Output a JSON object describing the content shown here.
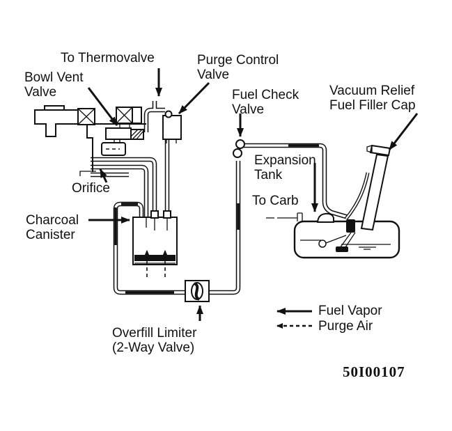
{
  "figure": {
    "part_number": "50I00107",
    "ink_color": "#111111",
    "background_color": "#ffffff"
  },
  "labels": {
    "to_thermovalve": "To Thermovalve",
    "bowl_vent_valve": "Bowl Vent\nValve",
    "purge_control_valve": "Purge Control\nValve",
    "fuel_check_valve": "Fuel Check\nValve",
    "vacuum_relief_fuel_filler_cap": "Vacuum Relief\nFuel Filler Cap",
    "orifice": "Orifice",
    "charcoal_canister": "Charcoal\nCanister",
    "expansion_tank": "Expansion\nTank",
    "to_carb": "To Carb",
    "overfill_limiter": "Overfill Limiter\n(2-Way Valve)"
  },
  "legend": {
    "items": [
      {
        "label": "Fuel Vapor",
        "line_style": "solid"
      },
      {
        "label": "Purge Air",
        "line_style": "dashed"
      }
    ]
  }
}
